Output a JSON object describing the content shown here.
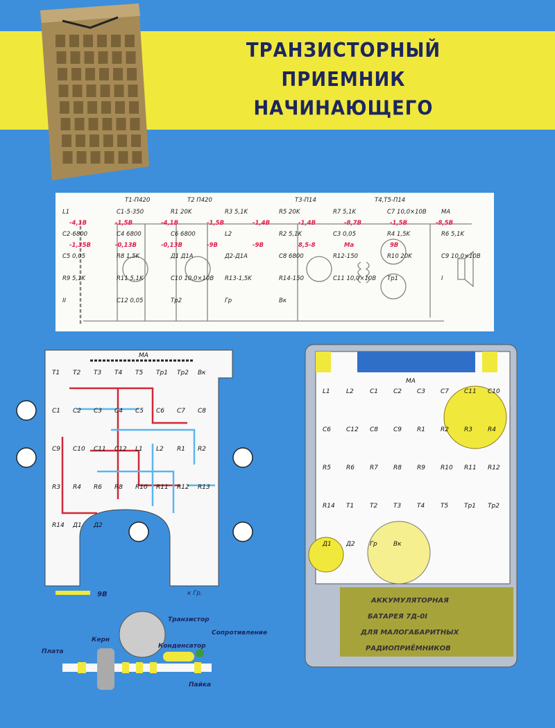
{
  "title": {
    "line1": "ТРАНЗИСТОРНЫЙ",
    "line2": "ПРИЕМНИК",
    "line3": "НАЧИНАЮЩЕГО"
  },
  "schematic": {
    "transistors": [
      "T1-П420",
      "T2 П420",
      "T3-П14",
      "T4,T5-П14"
    ],
    "components": [
      "L1",
      "C1-5-350",
      "R1 20K",
      "R3 5,1K",
      "R5 20K",
      "R7 5,1K",
      "C7 10,0×10В",
      "МА",
      "C2-6800",
      "C4 6800",
      "C6 6800",
      "L2",
      "R2 5,1K",
      "C3 0,05",
      "R4 1,5K",
      "R6 5,1K",
      "C5 0,05",
      "R8 1,5K",
      "Д1 Д1А",
      "Д2-Д1А",
      "C8 6800",
      "R12-150",
      "R10 20K",
      "C9 10,0×10В",
      "R9 5,1K",
      "R11 5,1K",
      "C10 10,0×10В",
      "R13-1,5K",
      "R14-150",
      "C11 10,0×10В",
      "Tp1",
      "I",
      "II",
      "C12 0,05",
      "Tp2",
      "Гр",
      "Вк"
    ],
    "voltages": [
      "-4,1В",
      "-1,5В",
      "-4,1В",
      "-1,5В",
      "-1,4В",
      "-1,4В",
      "-8,7В",
      "-1,5В",
      "-8,5В",
      "-1,35В",
      "-0,13В",
      "-0,13В",
      "-9В",
      "-9В",
      "8,5-8",
      "Ма",
      "9В"
    ]
  },
  "pcb": {
    "labels": [
      "МА",
      "T1",
      "T2",
      "T3",
      "T4",
      "T5",
      "Tp1",
      "Tp2",
      "Вк",
      "C1",
      "C2",
      "C3",
      "C4",
      "C5",
      "C6",
      "C7",
      "C8",
      "C9",
      "C10",
      "C11",
      "C12",
      "L1",
      "L2",
      "R1",
      "R2",
      "R3",
      "R4",
      "R6",
      "R8",
      "R10",
      "R11",
      "R12",
      "R13",
      "R14",
      "Д1",
      "Д2"
    ],
    "battery_label": "9В",
    "speaker_label": "к Гр."
  },
  "layout": {
    "labels": [
      "МА",
      "L1",
      "L2",
      "C1",
      "C2",
      "C3",
      "C7",
      "C11",
      "C10",
      "C6",
      "C12",
      "C8",
      "C9",
      "R1",
      "R2",
      "R3",
      "R4",
      "R5",
      "R6",
      "R7",
      "R8",
      "R9",
      "R10",
      "R11",
      "R12",
      "R14",
      "T1",
      "T2",
      "T3",
      "T4",
      "T5",
      "Tp1",
      "Tp2",
      "Д1",
      "Д2",
      "Гр",
      "Вк"
    ],
    "battery": {
      "line1": "АККУМУЛЯТОРНАЯ",
      "line2": "БАТАРЕЯ 7Д-0I",
      "line3": "ДЛЯ МАЛОГАБАРИТНЫХ",
      "line4": "РАДИОПРИЁМНИКОВ"
    }
  },
  "mounting": {
    "plate": "Плата",
    "core": "Керн",
    "transistor": "Транзистор",
    "capacitor": "Конденсатор",
    "resistor": "Сопротивление",
    "solder": "Пайка"
  },
  "colors": {
    "background": "#3d8fdb",
    "band": "#f1e83c",
    "title": "#1c2660",
    "voltage": "#e0204a"
  }
}
